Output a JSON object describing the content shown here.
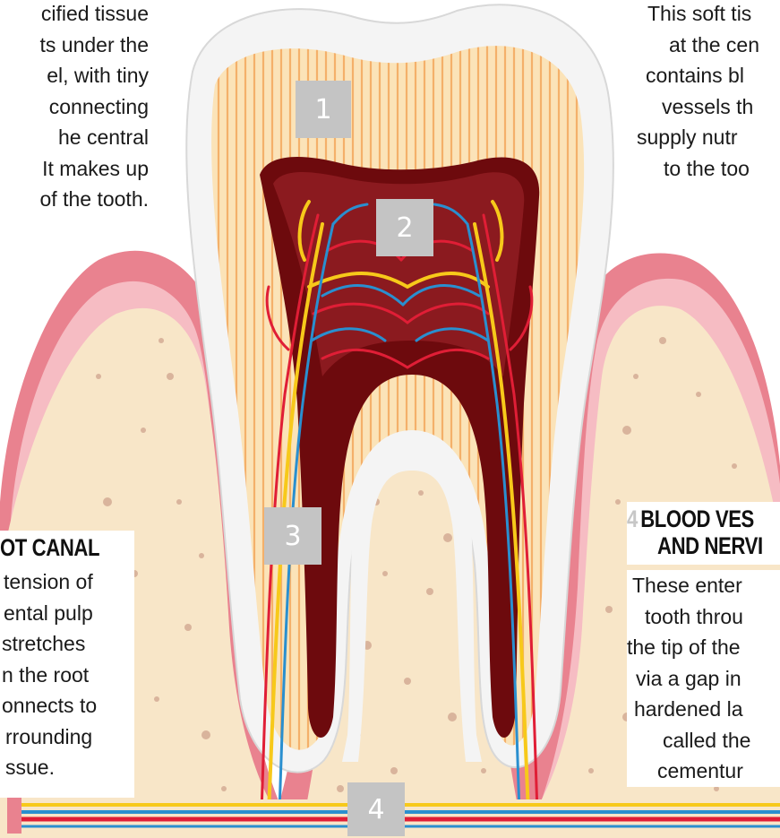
{
  "labels": {
    "dentine": [
      "cified tissue",
      "ts under the",
      "el, with tiny",
      "connecting",
      "he central",
      "It makes up",
      "of the tooth."
    ],
    "pulp": [
      "This soft tis",
      "at the cen",
      "contains bl",
      "vessels th",
      "supply nutr",
      "to the too"
    ],
    "root_canal_title": "OT CANAL",
    "root_canal": [
      "tension of",
      "ental pulp",
      "stretches",
      "n the root",
      "onnects to",
      "rrounding",
      "ssue."
    ],
    "vessels_number": "4",
    "vessels_title_1": "BLOOD VES",
    "vessels_title_2": "AND NERVI",
    "vessels": [
      "These enter",
      "tooth throu",
      "the tip of the",
      "via a gap in",
      "hardened la",
      "called the",
      "cementur"
    ]
  },
  "markers": [
    "1",
    "2",
    "3",
    "4"
  ],
  "colors": {
    "enamel": "#f4f4f4",
    "dentine": "#fbe3b8",
    "dentine_stripes": "#f2a456",
    "pulp_dark": "#6d0a0d",
    "pulp": "#8b1a1f",
    "gum": "#e9828f",
    "gum_light": "#f6bcc3",
    "bone": "#f8e6c8",
    "bone_dots": "#d9b49c",
    "nerve": "#f7c91a",
    "artery": "#e01e36",
    "vein": "#2a8fcf",
    "marker_box": "#c4c4c4"
  }
}
